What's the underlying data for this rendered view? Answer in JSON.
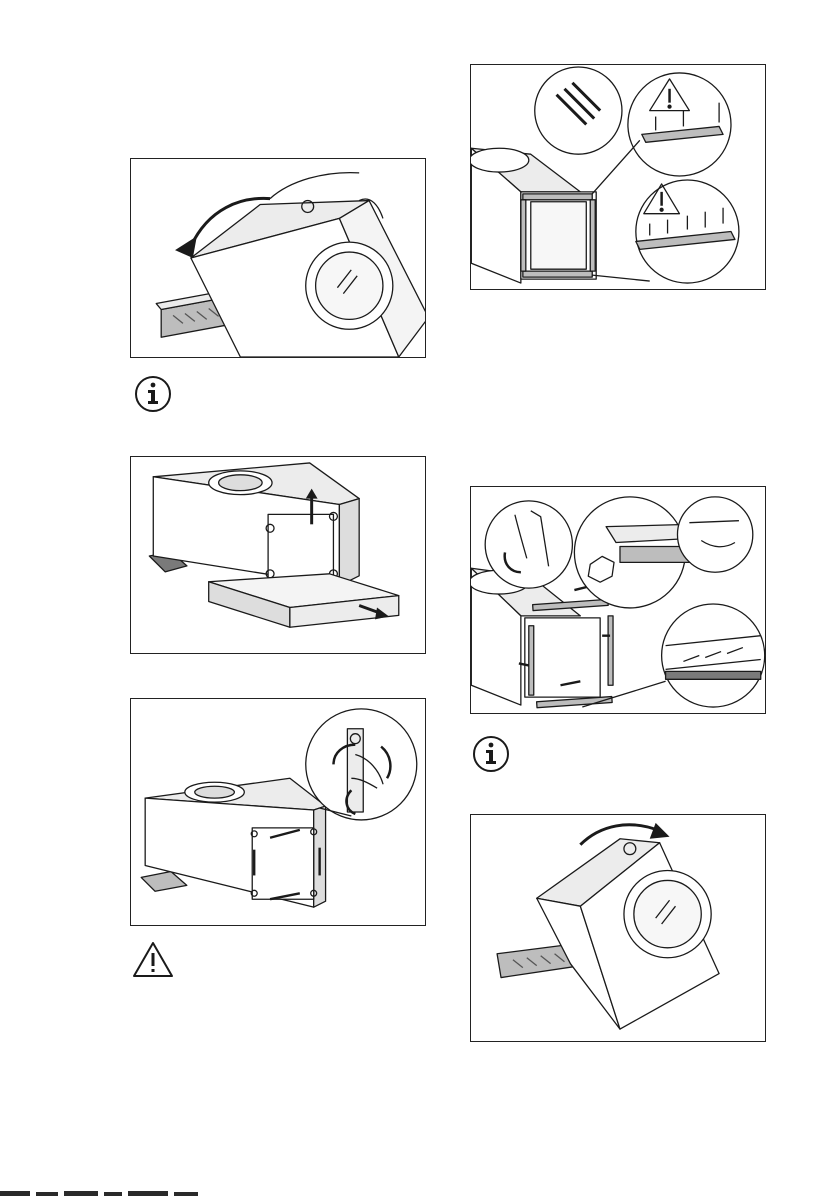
{
  "page": {
    "background": "#ffffff",
    "line_color": "#1a1a1a",
    "fill_light": "#ececec",
    "fill_mid": "#bdbdbd",
    "fill_dark": "#7a7a7a"
  },
  "figures": [
    {
      "name": "figure-tilt-back",
      "description_icon": "machine-tilt-left-icon"
    },
    {
      "name": "figure-remove-base",
      "description_icon": "base-removal-icon"
    },
    {
      "name": "figure-unscrew-bolts",
      "description_icon": "screwdriver-icon"
    },
    {
      "name": "figure-protection-strips",
      "description_icon": "strip-warning-icon"
    },
    {
      "name": "figure-fit-strips",
      "description_icon": "strip-install-icon"
    },
    {
      "name": "figure-tilt-forward",
      "description_icon": "machine-tilt-right-icon"
    }
  ],
  "notes": [
    {
      "name": "info-note-1",
      "icon": "info-icon"
    },
    {
      "name": "warning-note",
      "icon": "warning-triangle-icon"
    },
    {
      "name": "info-note-2",
      "icon": "info-icon"
    }
  ]
}
